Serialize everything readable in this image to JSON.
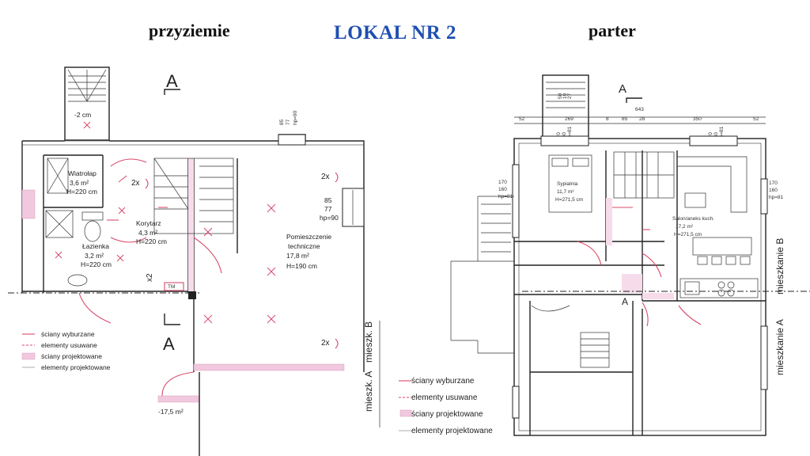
{
  "header": {
    "left_title": "przyziemie",
    "center_title": "LOKAL NR 2",
    "right_title": "parter"
  },
  "left_plan": {
    "section_marks": [
      "A",
      "A"
    ],
    "stair_level": "-2 cm",
    "rooms": [
      {
        "name": "Wiatrołap",
        "area": "3,6 m²",
        "height": "H=220 cm"
      },
      {
        "name": "Korytarz",
        "area": "4,3 m²",
        "height": "H=220 cm"
      },
      {
        "name": "Łazienka",
        "area": "3,2 m²",
        "height": "H=220 cm"
      },
      {
        "name": "Pomieszczenie",
        "name2": "techniczne",
        "area": "17,8 m²",
        "height": "H=190 cm"
      }
    ],
    "window_dims_top": [
      "85",
      "77",
      "hp=90"
    ],
    "window_dims_side": [
      "85",
      "77",
      "hp=90"
    ],
    "outlets": [
      "2x",
      "2x",
      "2x",
      "x2"
    ],
    "tm": "TM",
    "outdoor_area": "-17,5 m²",
    "vertical_labels": [
      "mieszk. A",
      "mieszk. B"
    ],
    "legend": [
      {
        "text": "ściany wyburzane",
        "kind": "red-line"
      },
      {
        "text": "elementy usuwane",
        "kind": "red-dash"
      },
      {
        "text": "ściany projektowane",
        "kind": "pink-fill"
      },
      {
        "text": "elementy projektowane",
        "kind": "grey-line"
      }
    ]
  },
  "right_plan": {
    "section_marks": [
      "A",
      "A"
    ],
    "dims_top": [
      "643",
      "52",
      "269",
      "8",
      "85",
      "28",
      "350",
      "52"
    ],
    "window_dims": [
      "170",
      "160",
      "hp=81"
    ],
    "window_dims_side_right": [
      "170",
      "160",
      "hp=81"
    ],
    "window_dims_side_left": [
      "170",
      "160",
      "hp=81"
    ],
    "rooms": [
      {
        "name": "Sypialnia",
        "area": "11,7 m²",
        "height": "H=271,5 cm"
      },
      {
        "name": "Salon/aneks kuch.",
        "area": "17,2 m²",
        "height": "H=271,5 cm"
      }
    ],
    "vertical_labels": [
      "mieszkanie B",
      "mieszkanie A"
    ],
    "legend": [
      {
        "text": "ściany wyburzane",
        "kind": "red-line"
      },
      {
        "text": "elementy usuwane",
        "kind": "red-dash"
      },
      {
        "text": "ściany projektowane",
        "kind": "pink-fill"
      },
      {
        "text": "elementy projektowane",
        "kind": "grey-line"
      }
    ]
  },
  "colors": {
    "title_accent": "#1f4fb0",
    "demolished": "#d84a6a",
    "new_wall": "#f1c8de"
  }
}
